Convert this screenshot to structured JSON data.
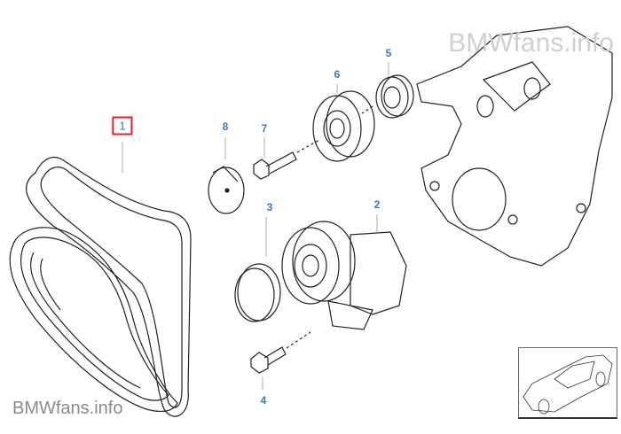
{
  "watermark_top": "BMWfans.info",
  "watermark_bottom": "BMWfans.info",
  "label_color": "#3a78c0",
  "selection_color": "#e8202a",
  "selected_part": "1",
  "parts": [
    {
      "number": "1",
      "name": "ribbed-v-belt"
    },
    {
      "number": "2",
      "name": "belt-tensioner"
    },
    {
      "number": "3",
      "name": "cap"
    },
    {
      "number": "4",
      "name": "hex-bolt"
    },
    {
      "number": "5",
      "name": "deflection-pulley"
    },
    {
      "number": "6",
      "name": "guide-pulley"
    },
    {
      "number": "7",
      "name": "hex-bolt"
    },
    {
      "number": "8",
      "name": "cap"
    }
  ]
}
